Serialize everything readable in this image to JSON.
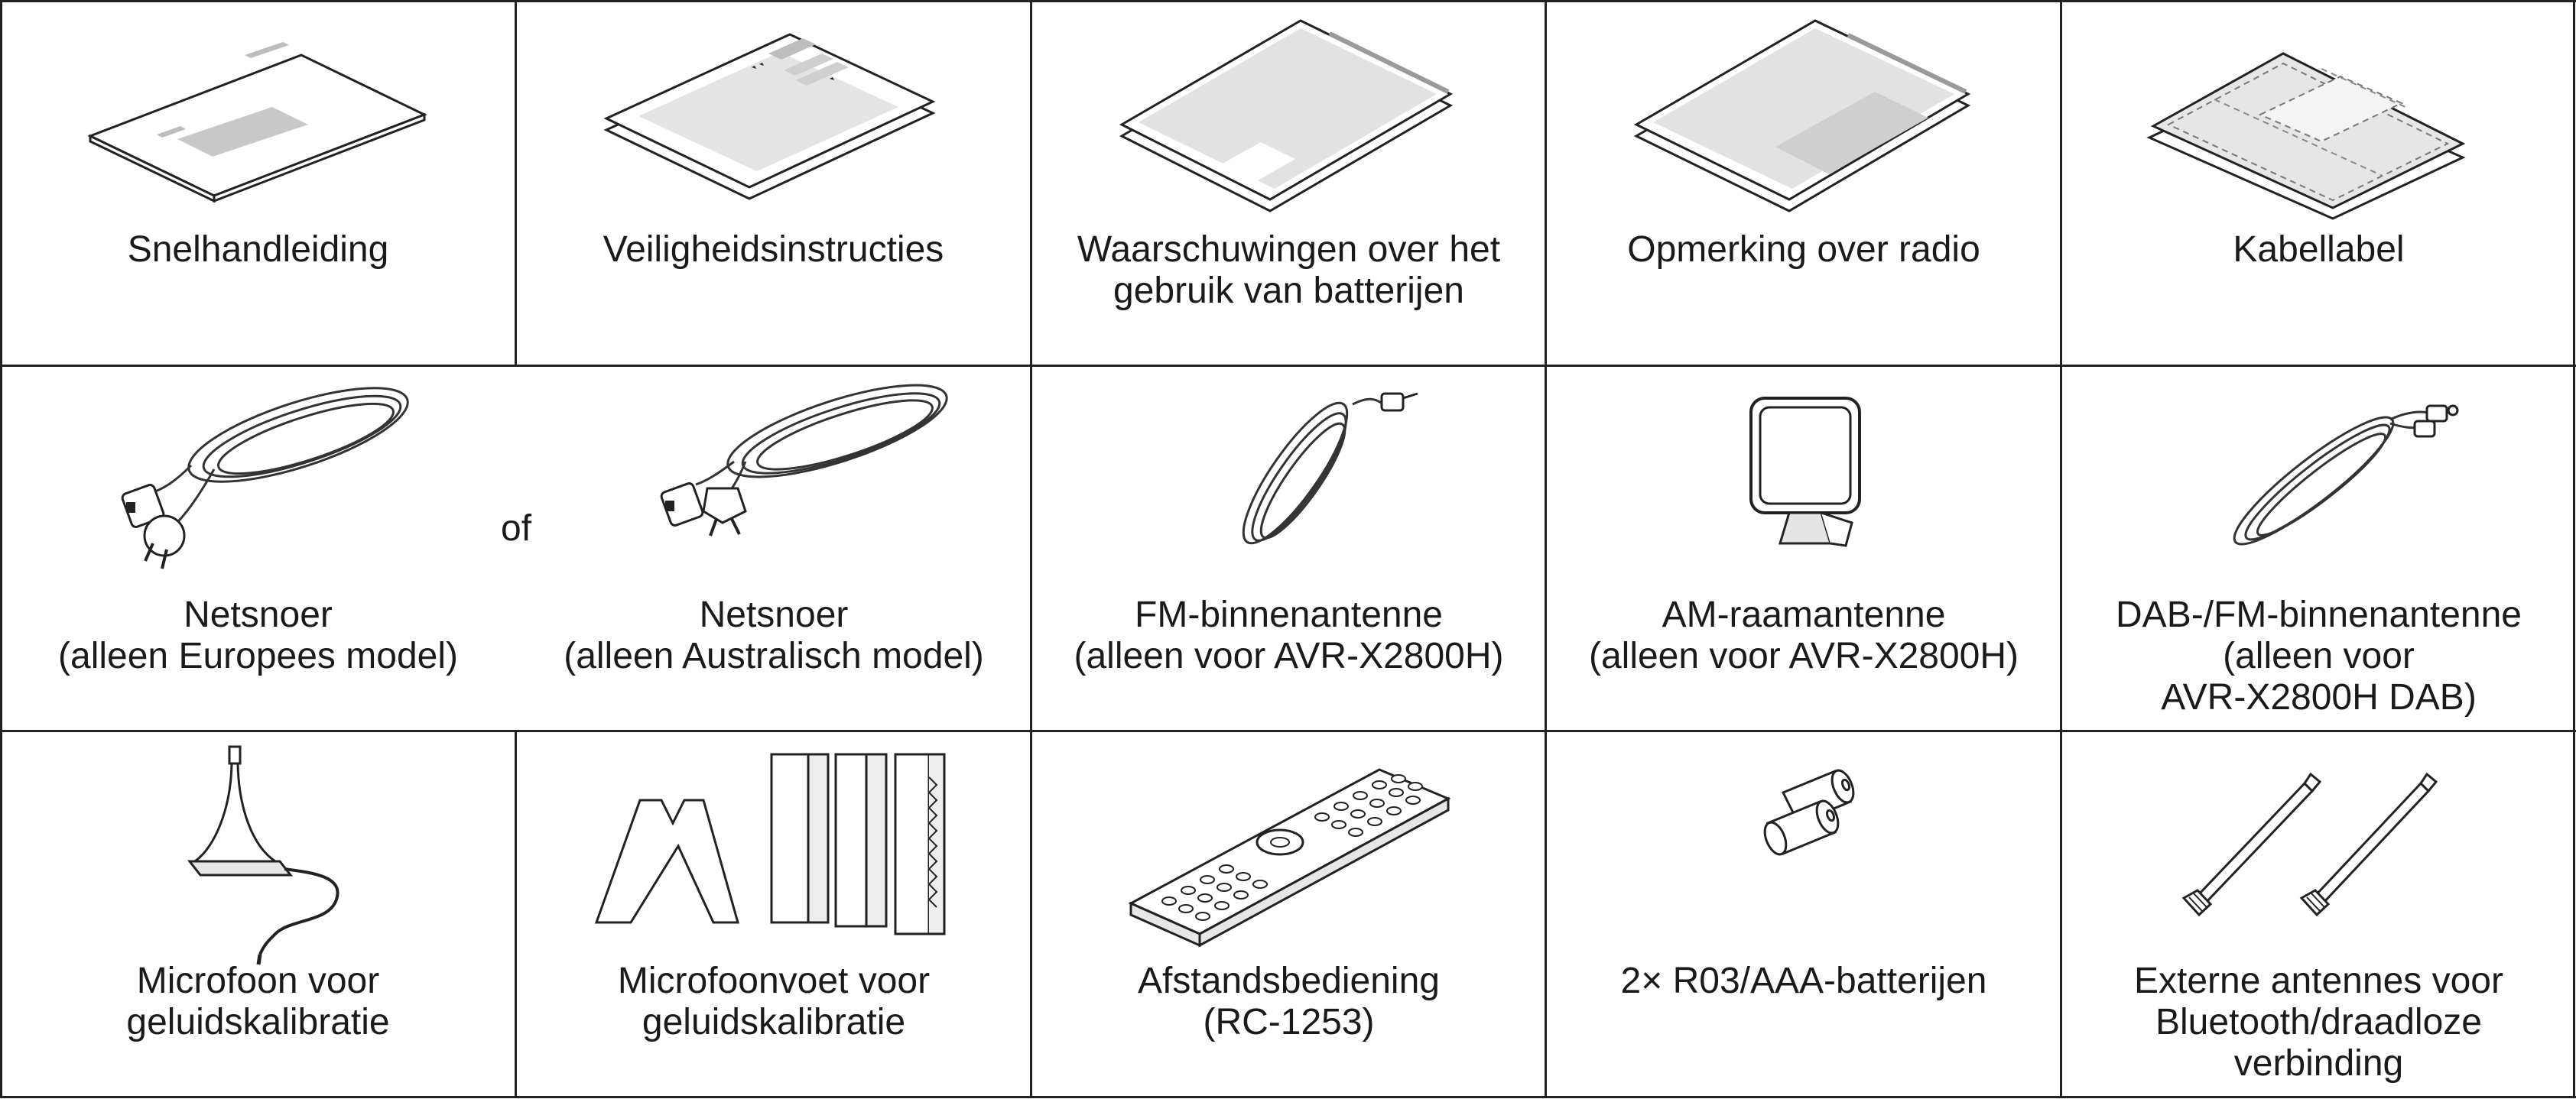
{
  "row1": {
    "quick_guide": "Snelhandleiding",
    "safety": "Veiligheidsinstructies",
    "battery_warnings": "Waarschuwingen over het\ngebruik van batterijen",
    "radio_note": "Opmerking over radio",
    "cable_label": "Kabellabel"
  },
  "row2": {
    "power_cord_eu": "Netsnoer\n(alleen Europees model)",
    "or": "of",
    "power_cord_au": "Netsnoer\n(alleen Australisch model)",
    "fm_antenna": "FM-binnenantenne\n(alleen voor AVR-X2800H)",
    "am_antenna": "AM-raamantenne\n(alleen voor AVR-X2800H)",
    "dab_antenna": "DAB-/FM-binnenantenne\n(alleen voor\nAVR-X2800H DAB)"
  },
  "row3": {
    "microphone": "Microfoon voor\ngeluidskalibratie",
    "mic_stand": "Microfoonvoet voor\ngeluidskalibratie",
    "remote": "Afstandsbediening\n(RC-1253)",
    "batteries": "2× R03/AAA-batterijen",
    "ext_antennas": "Externe antennes voor\nBluetooth/draadloze\nverbinding"
  }
}
